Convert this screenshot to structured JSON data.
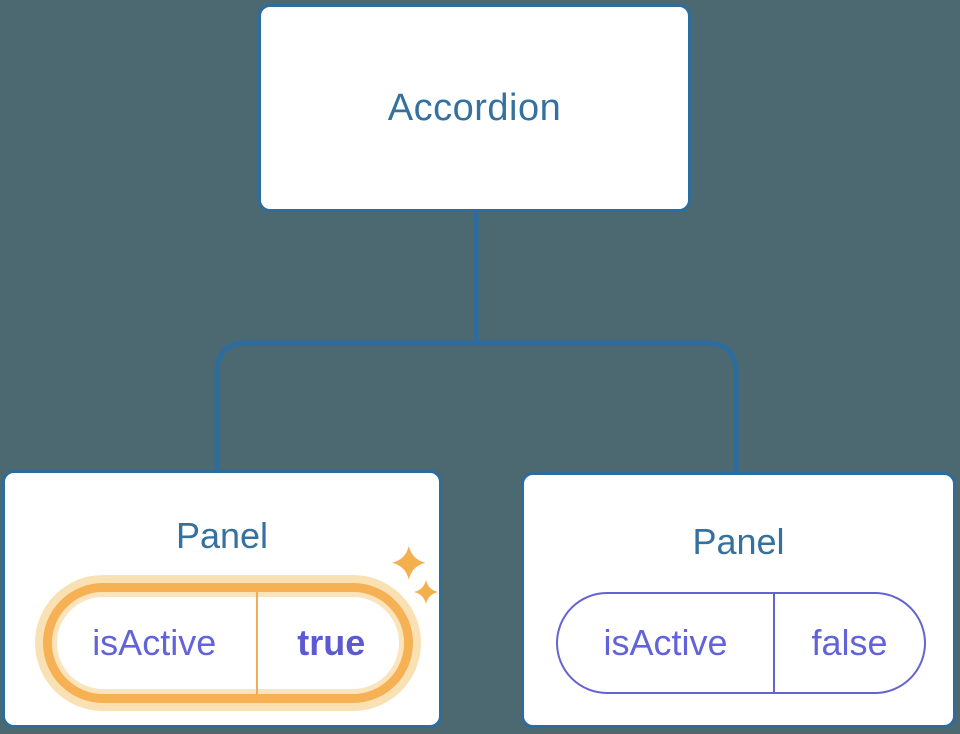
{
  "diagram": {
    "root": {
      "label": "Accordion"
    },
    "panels": [
      {
        "label": "Panel",
        "highlighted": true,
        "prop": {
          "name": "isActive",
          "value": "true"
        }
      },
      {
        "label": "Panel",
        "highlighted": false,
        "prop": {
          "name": "isActive",
          "value": "false"
        }
      }
    ]
  },
  "icons": {
    "sparkle": "sparkle-icon"
  },
  "colors": {
    "background": "#4C6871",
    "node_fill": "#FFFFFF",
    "node_border": "#2D6D9E",
    "node_text": "#35719F",
    "connector": "#2D6D9E",
    "state_text": "#6262D9",
    "state_value_active_text": "#5B5AD1",
    "pill_border_inactive": "#6463D2",
    "highlight_orange": "#F6B155",
    "highlight_glow": "#FAE1B4",
    "highlight_divider": "#F2AC55",
    "sparkle": "#F5B04E"
  }
}
